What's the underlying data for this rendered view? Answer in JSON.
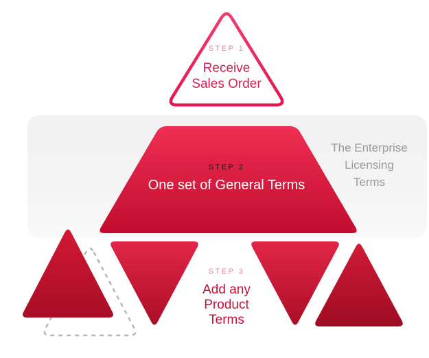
{
  "diagram": {
    "step1": {
      "eyebrow": "STEP 1",
      "title": "Receive\nSales Order"
    },
    "step2": {
      "eyebrow": "STEP 2",
      "title": "One set of General Terms"
    },
    "side_note": "The Enterprise\nLicensing\nTerms",
    "step3": {
      "eyebrow": "STEP 3",
      "title": "Add any\nProduct\nTerms"
    }
  },
  "colors": {
    "outline_pink_top": "#ee3d71",
    "outline_pink_bottom": "#e2174e",
    "trapezoid_red_top": "#ee2e52",
    "trapezoid_red_bottom": "#c10d2f",
    "triangle_down_top": "#e22648",
    "triangle_down_bottom": "#ab0e27",
    "triangle_up_left_top": "#d21834",
    "triangle_up_left_bottom": "#a80e26",
    "triangle_up_right_top": "#d01b37",
    "triangle_up_right_bottom": "#9d0c22",
    "panel_gray": "#f2f2f3",
    "note_gray": "#9a9a9b",
    "dashed_outline_gray": "#b5b5b5",
    "step1_text": "#d42150",
    "step3_text": "#c11236"
  }
}
